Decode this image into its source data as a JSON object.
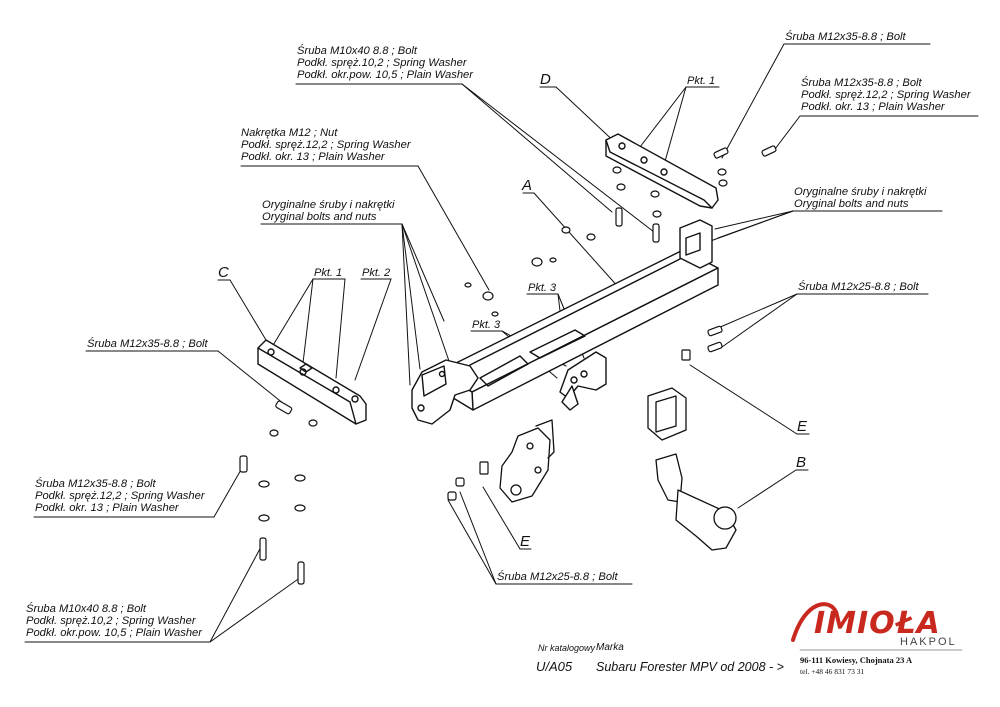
{
  "labels": {
    "top_center": [
      "Śruba M10x40 8.8 ;  Bolt",
      "Podkł. spręż.10,2 ; Spring Washer",
      "Podkł. okr.pow. 10,5 ; Plain Washer"
    ],
    "top_right_1": [
      "Śruba M12x35-8.8 ;  Bolt"
    ],
    "top_right_2": [
      "Śruba M12x35-8.8 ;  Bolt",
      "Podkł. spręż.12,2 ; Spring Washer",
      "Podkł. okr. 13 ; Plain Washer"
    ],
    "nut": [
      "Nakrętka  M12 ; Nut",
      "Podkł. spręż.12,2 ; Spring Washer",
      "Podkł. okr.  13 ; Plain Washer"
    ],
    "orig_left": [
      "Oryginalne śruby i nakrętki",
      "Oryginal bolts and nuts"
    ],
    "orig_right": [
      "Oryginalne śruby i nakrętki",
      "Oryginal bolts and nuts"
    ],
    "bolt_left": [
      "Śruba M12x35-8.8 ;  Bolt"
    ],
    "bolt_right_m12x25": [
      "Śruba M12x25-8.8 ;  Bolt"
    ],
    "left_m12x35": [
      "Śruba M12x35-8.8 ;  Bolt",
      "Podkł. spręż.12,2 ; Spring Washer",
      "Podkł. okr. 13 ; Plain Washer"
    ],
    "left_m10x40": [
      "Śruba M10x40 8.8 ;  Bolt",
      "Podkł. spręż.10,2 ; Spring Washer",
      "Podkł. okr.pow. 10,5 ; Plain Washer"
    ],
    "bottom_m12x25": [
      "Śruba M12x25-8.8 ;  Bolt"
    ]
  },
  "parts": {
    "a": "A",
    "b": "B",
    "c": "C",
    "d": "D",
    "e1": "E",
    "e2": "E"
  },
  "points": {
    "pkt1_top": "Pkt. 1",
    "pkt1_c": "Pkt. 1",
    "pkt2_c": "Pkt. 2",
    "pkt3_a": "Pkt. 3",
    "pkt3_b": "Pkt. 3"
  },
  "footer": {
    "catalog_label": "Nr katalogowy",
    "brand_label": "Marka",
    "catalog_number": "U/A05",
    "vehicle": "Subaru Forester MPV  od 2008 - >"
  },
  "company": {
    "logo": "IMIOŁA",
    "sub": "HAKPOL",
    "address": "96-111 Kowiesy, Chojnata 23 A",
    "phone": "tel. +48 46 831 73 31"
  },
  "colors": {
    "logo_red": "#c8281e",
    "line": "#111111"
  }
}
